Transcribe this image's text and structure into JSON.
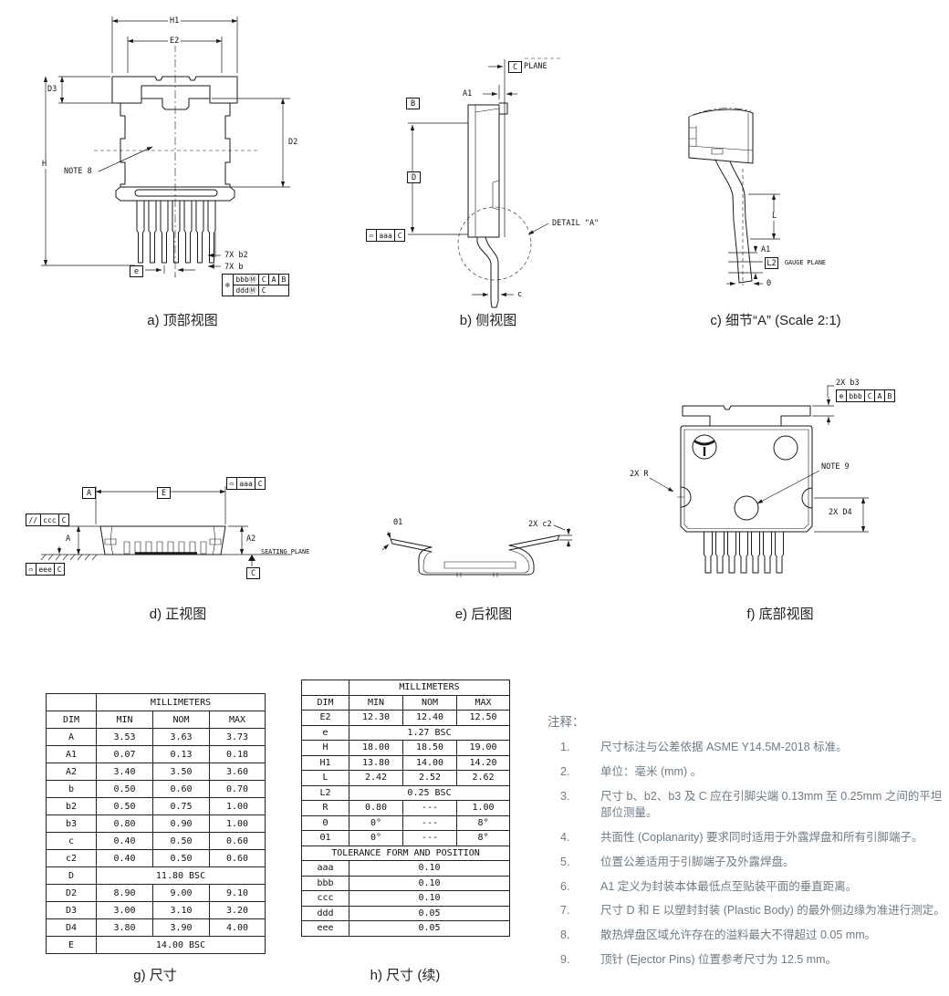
{
  "views": {
    "top": {
      "caption": "a) 顶部视图",
      "labels": {
        "h1": "H1",
        "e2": "E2",
        "d3": "D3",
        "h": "H",
        "d2": "D2",
        "note8": "NOTE 8",
        "e": "e",
        "b2": "7X b2",
        "b": "7X b"
      },
      "fcf": {
        "sym": "⊕",
        "row1_tol": "bbbⓂ",
        "row1_d1": "C",
        "row1_d2": "A",
        "row1_d3": "B",
        "row2_tol": "dddⓂ",
        "row2_d1": "C"
      }
    },
    "side": {
      "caption": "b) 侧视图",
      "labels": {
        "plane_datum": "C",
        "plane": "PLANE",
        "a1": "A1",
        "datum_b": "B",
        "dim_d": "D",
        "detail": "DETAIL \"A\"",
        "c": "c"
      },
      "fcf": {
        "sym": "⌓",
        "tol": "aaa",
        "datum": "C"
      }
    },
    "detail_a": {
      "caption": "c) 细节“A” (Scale 2:1)",
      "labels": {
        "l": "L",
        "a1": "A1",
        "l2": "L2",
        "gauge": "GAUGE PLANE",
        "theta": "Θ"
      }
    },
    "front": {
      "caption": "d) 正视图",
      "labels": {
        "datum_a": "A",
        "e": "E",
        "a": "A",
        "a2": "A2",
        "seating": "SEATING PLANE",
        "datum_c": "C"
      },
      "fcf_tr": {
        "sym": "⌓",
        "tol": "aaa",
        "datum": "C"
      },
      "fcf_left": {
        "sym": "//",
        "tol": "ccc",
        "datum": "C"
      },
      "fcf_bl": {
        "sym": "⌓",
        "tol": "eee",
        "datum": "C"
      }
    },
    "rear": {
      "caption": "e) 后视图",
      "labels": {
        "theta1": "Θ1",
        "c2": "2X c2"
      }
    },
    "bottom": {
      "caption": "f) 底部视图",
      "labels": {
        "b3": "2X b3",
        "r": "2X R",
        "note9": "NOTE 9",
        "d4": "2X D4"
      },
      "fcf": {
        "sym": "⊕",
        "tol": "bbb",
        "d1": "C",
        "d2": "A",
        "d3": "B"
      }
    }
  },
  "table_g": {
    "caption": "g) 尺寸",
    "unit": "MILLIMETERS",
    "columns": [
      "DIM",
      "MIN",
      "NOM",
      "MAX"
    ],
    "rows": [
      {
        "dim": "A",
        "min": "3.53",
        "nom": "3.63",
        "max": "3.73"
      },
      {
        "dim": "A1",
        "min": "0.07",
        "nom": "0.13",
        "max": "0.18"
      },
      {
        "dim": "A2",
        "min": "3.40",
        "nom": "3.50",
        "max": "3.60"
      },
      {
        "dim": "b",
        "min": "0.50",
        "nom": "0.60",
        "max": "0.70"
      },
      {
        "dim": "b2",
        "min": "0.50",
        "nom": "0.75",
        "max": "1.00"
      },
      {
        "dim": "b3",
        "min": "0.80",
        "nom": "0.90",
        "max": "1.00"
      },
      {
        "dim": "c",
        "min": "0.40",
        "nom": "0.50",
        "max": "0.60"
      },
      {
        "dim": "c2",
        "min": "0.40",
        "nom": "0.50",
        "max": "0.60"
      },
      {
        "dim": "D",
        "span": "11.80 BSC"
      },
      {
        "dim": "D2",
        "min": "8.90",
        "nom": "9.00",
        "max": "9.10"
      },
      {
        "dim": "D3",
        "min": "3.00",
        "nom": "3.10",
        "max": "3.20"
      },
      {
        "dim": "D4",
        "min": "3.80",
        "nom": "3.90",
        "max": "4.00"
      },
      {
        "dim": "E",
        "span": "14.00 BSC"
      }
    ]
  },
  "table_h": {
    "caption": "h) 尺寸 (续)",
    "unit": "MILLIMETERS",
    "columns": [
      "DIM",
      "MIN",
      "NOM",
      "MAX"
    ],
    "rows": [
      {
        "dim": "E2",
        "min": "12.30",
        "nom": "12.40",
        "max": "12.50"
      },
      {
        "dim": "e",
        "span": "1.27 BSC"
      },
      {
        "dim": "H",
        "min": "18.00",
        "nom": "18.50",
        "max": "19.00"
      },
      {
        "dim": "H1",
        "min": "13.80",
        "nom": "14.00",
        "max": "14.20"
      },
      {
        "dim": "L",
        "min": "2.42",
        "nom": "2.52",
        "max": "2.62"
      },
      {
        "dim": "L2",
        "span": "0.25 BSC"
      },
      {
        "dim": "R",
        "min": "0.80",
        "nom": "---",
        "max": "1.00"
      },
      {
        "dim": "Θ",
        "min": "0°",
        "nom": "---",
        "max": "8°"
      },
      {
        "dim": "Θ1",
        "min": "0°",
        "nom": "---",
        "max": "8°"
      },
      {
        "section": "TOLERANCE FORM AND POSITION"
      },
      {
        "dim": "aaa",
        "span": "0.10"
      },
      {
        "dim": "bbb",
        "span": "0.10"
      },
      {
        "dim": "ccc",
        "span": "0.10"
      },
      {
        "dim": "ddd",
        "span": "0.05"
      },
      {
        "dim": "eee",
        "span": "0.05"
      }
    ]
  },
  "notes": {
    "title": "注释：",
    "items": [
      {
        "num": "1.",
        "text": "尺寸标注与公差依据 ASME Y14.5M-2018 标准。"
      },
      {
        "num": "2.",
        "text": "单位：毫米 (mm) 。"
      },
      {
        "num": "3.",
        "text": "尺寸 b、b2、b3 及 C 应在引脚尖端 0.13mm 至 0.25mm 之间的平坦部位测量。"
      },
      {
        "num": "4.",
        "text": "共面性 (Coplanarity) 要求同时适用于外露焊盘和所有引脚端子。"
      },
      {
        "num": "5.",
        "text": "位置公差适用于引脚端子及外露焊盘。"
      },
      {
        "num": "6.",
        "text": "A1 定义为封装本体最低点至贴装平面的垂直距离。"
      },
      {
        "num": "7.",
        "text": "尺寸 D 和 E 以塑封封装 (Plastic Body) 的最外侧边缘为准进行测定。"
      },
      {
        "num": "8.",
        "text": "散热焊盘区域允许存在的溢料最大不得超过 0.05 mm。"
      },
      {
        "num": "9.",
        "text": "顶针 (Ejector Pins) 位置参考尺寸为 12.5 mm。"
      }
    ]
  }
}
